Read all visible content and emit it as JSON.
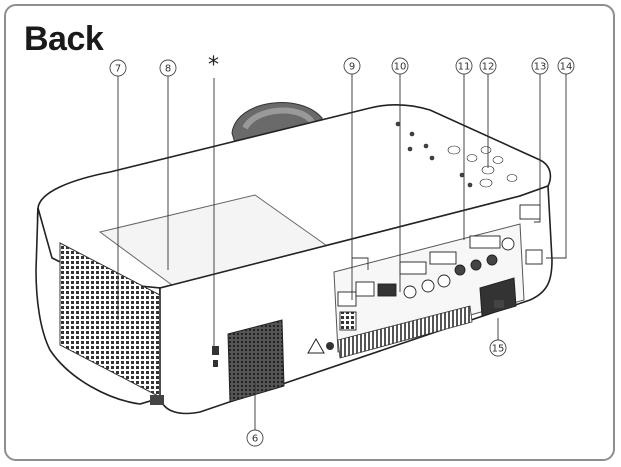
{
  "title": "Back",
  "asterisk": "*",
  "callouts": [
    {
      "id": "c7",
      "label": "7"
    },
    {
      "id": "c8",
      "label": "8"
    },
    {
      "id": "c9",
      "label": "9"
    },
    {
      "id": "c10",
      "label": "10"
    },
    {
      "id": "c11",
      "label": "11"
    },
    {
      "id": "c12",
      "label": "12"
    },
    {
      "id": "c13",
      "label": "13"
    },
    {
      "id": "c14",
      "label": "14"
    },
    {
      "id": "c15",
      "label": "15"
    },
    {
      "id": "c6",
      "label": "6"
    }
  ]
}
